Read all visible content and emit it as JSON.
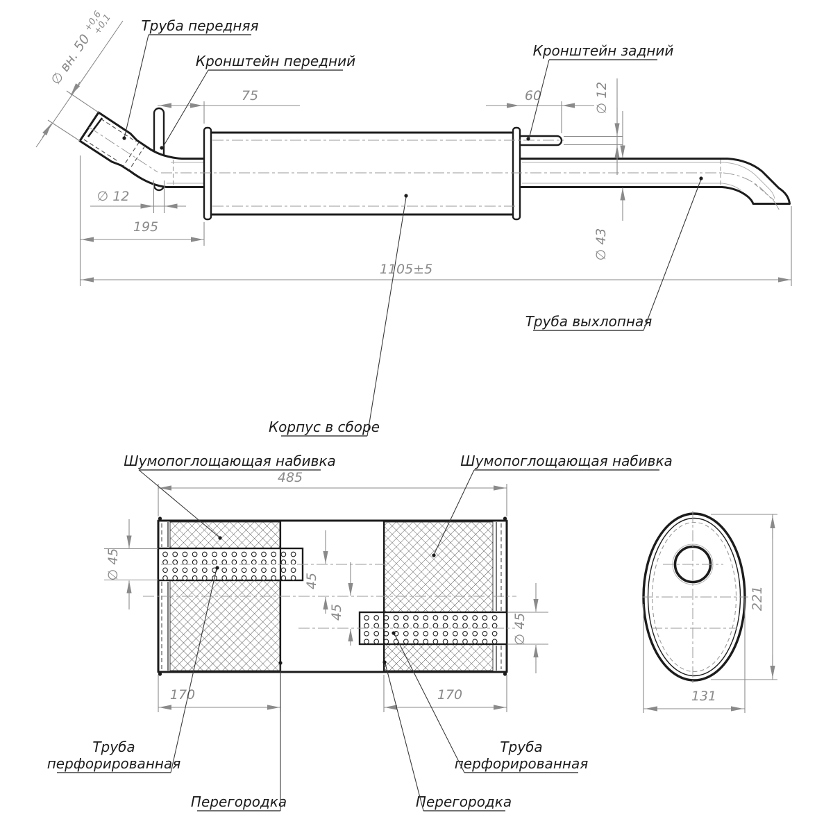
{
  "colors": {
    "ink": "#1c1c1c",
    "dimension_gray": "#8a8a8a",
    "background": "#ffffff"
  },
  "side_view": {
    "labels": {
      "front_pipe": "Труба передняя",
      "front_bracket": "Кронштейн передний",
      "rear_bracket": "Кронштейн задний",
      "exhaust_pipe": "Труба выхлопная",
      "body_assembly": "Корпус в сборе"
    },
    "dimensions": {
      "inlet_bore_dia": "∅ вн. 50",
      "inlet_bore_tol_upper": "+0,6",
      "inlet_bore_tol_lower": "+0,1",
      "front_bracket_offset": "75",
      "rear_bracket_offset": "60",
      "front_bracket_dia": "∅ 12",
      "rear_bracket_dia": "∅ 12",
      "front_pipe_length": "195",
      "overall_length": "1105±5",
      "exhaust_pipe_dia": "∅ 43"
    }
  },
  "section_view": {
    "labels": {
      "padding_left": "Шумопоглощающая набивка",
      "padding_right": "Шумопоглощающая набивка",
      "perforated_pipe_line1": "Труба",
      "perforated_pipe_line2": "перфорированная",
      "baffle": "Перегородка"
    },
    "dimensions": {
      "padding_length": "485",
      "perf_pipe_dia_left": "∅ 45",
      "perf_pipe_dia_right": "∅ 45",
      "upper_pipe_offset": "45",
      "lower_pipe_offset": "45",
      "left_chamber_length": "170",
      "right_chamber_length": "170"
    }
  },
  "end_view": {
    "dimensions": {
      "body_height": "221",
      "body_width": "131"
    }
  }
}
